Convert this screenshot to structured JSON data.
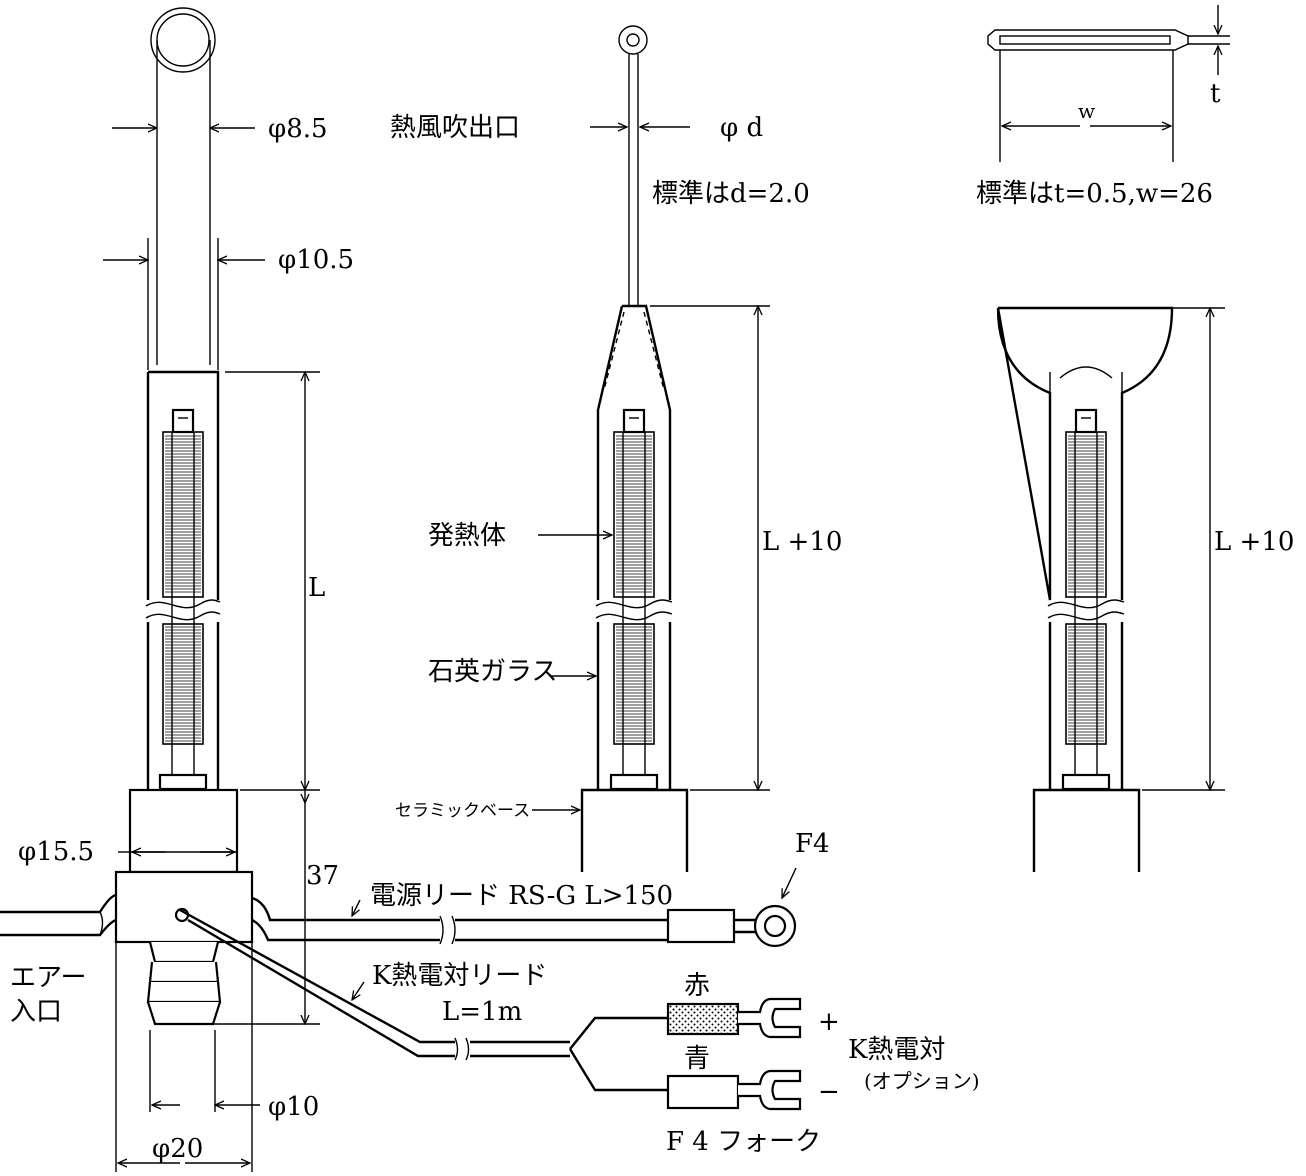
{
  "labels": {
    "dia_outer_top": "φ8.5",
    "dia_tube": "φ10.5",
    "length": "L",
    "dia_base": "φ15.5",
    "base_height": "37",
    "air_inlet_line1": "エアー",
    "air_inlet_line2": "入口",
    "dia_10": "φ10",
    "dia_20": "φ20",
    "hot_air_outlet": "熱風吹出口",
    "dia_d": "φ d",
    "standard_d": "標準はd=2.0",
    "standard_tw": "標準はt=0.5,w=26",
    "dim_t": "t",
    "dim_w": "w",
    "heater": "発熱体",
    "quartz": "石英ガラス",
    "ceramic_base": "セラミックベース",
    "length_nozzle": "L +10",
    "length_flat": "L +10",
    "power_lead": "電源リード RS-G L>150",
    "f4": "F4",
    "tc_lead": "K熱電対リード",
    "tc_lead_len": "L=1m",
    "red": "赤",
    "blue": "青",
    "plus": "+",
    "minus": "−",
    "k_tc": "K熱電対",
    "option": "(オプション)",
    "f4_fork": "F 4 フォーク"
  },
  "colors": {
    "line": "#000000",
    "background": "#ffffff"
  }
}
